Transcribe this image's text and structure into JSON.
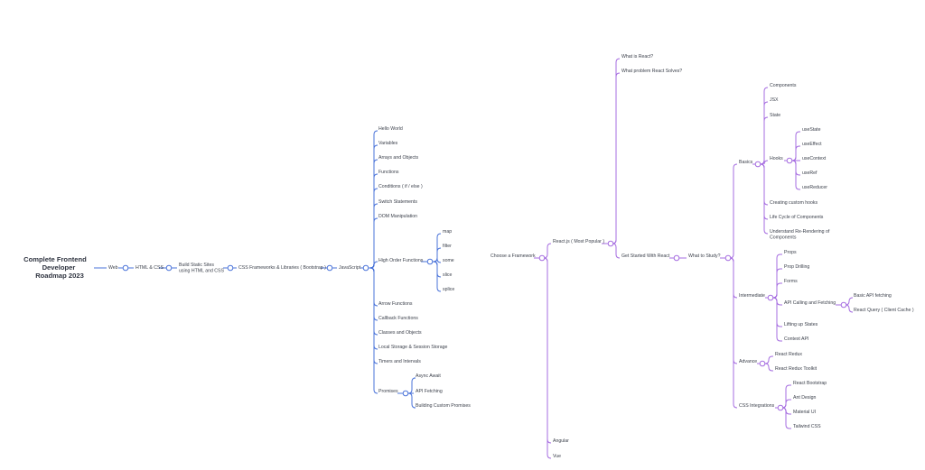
{
  "diagram": {
    "colors": {
      "blue_branch": "#4a73d9",
      "purple_branch": "#a56ce0",
      "text": "#3a3f4a"
    },
    "root": {
      "title_lines": [
        "Complete Frontend",
        "Developer",
        "Roadmap 2023"
      ]
    },
    "chain": {
      "web": "Web",
      "html_css": "HTML & CSS",
      "build_static_lines": [
        "Build Static Sites",
        "using HTML and CSS"
      ],
      "css_frameworks": "CSS Frameworks & Libraries ( Bootstrap )",
      "javascript": "JavaScript"
    },
    "javascript_topics": {
      "hello_world": "Hello World",
      "variables": "Variables",
      "arrays_objects": "Arrays and Objects",
      "functions": "Functions",
      "conditions": "Conditions ( if / else )",
      "switch": "Switch Statements",
      "dom": "DOM Manipulation",
      "hof": "High Order Functions",
      "arrow": "Arrow Functions",
      "callback": "Callback Functions",
      "classes": "Classes and Objects",
      "storage": "Local Storage & Session Storage",
      "timers": "Timers and Intervals",
      "promises": "Promises"
    },
    "hof_items": {
      "map": "map",
      "filter": "filter",
      "some": "some",
      "slice": "slice",
      "splice": "splice"
    },
    "promise_items": {
      "async_await": "Async Await",
      "api_fetching": "API Fetching",
      "custom_promises": "Building Custom Promises"
    },
    "framework": {
      "choose": "Choose a Framework",
      "react": "React.js ( Most Popular )",
      "angular": "Angular",
      "vue": "Vue"
    },
    "react": {
      "what_is": "What is React?",
      "problem": "What problem React Solves?",
      "get_started": "Get Started With React",
      "what_to_study": "What to Study?"
    },
    "basics": {
      "label": "Basics",
      "components": "Components",
      "jsx": "JSX",
      "state": "State",
      "hooks": "Hooks",
      "custom_hooks": "Creating custom hooks",
      "life_cycle": "Life Cycle of Components",
      "rerender_lines": [
        "Understand Re-Rendering of",
        "Components"
      ]
    },
    "hooks": {
      "usestate": "useState",
      "useeffect": "useEffect",
      "usecontext": "useContext",
      "useref": "useRef",
      "usereducer": "useReducer"
    },
    "intermediate": {
      "label": "Intermediate",
      "props": "Props",
      "prop_drilling": "Prop Drilling",
      "forms": "Forms",
      "api_calling": "API Calling and Fetching",
      "lifting": "Lifting up States",
      "context_api": "Context API"
    },
    "api_items": {
      "basic": "Basic API fetching",
      "react_query": "React Query ( Client Cache )"
    },
    "advance": {
      "label": "Advance",
      "redux": "React Redux",
      "toolkit": "React Redux Toolkit"
    },
    "css_integrations": {
      "label": "CSS Integrations",
      "bootstrap": "React Bootstrap",
      "ant": "Ant Design",
      "mui": "Material UI",
      "tailwind": "Tailwind CSS"
    }
  }
}
